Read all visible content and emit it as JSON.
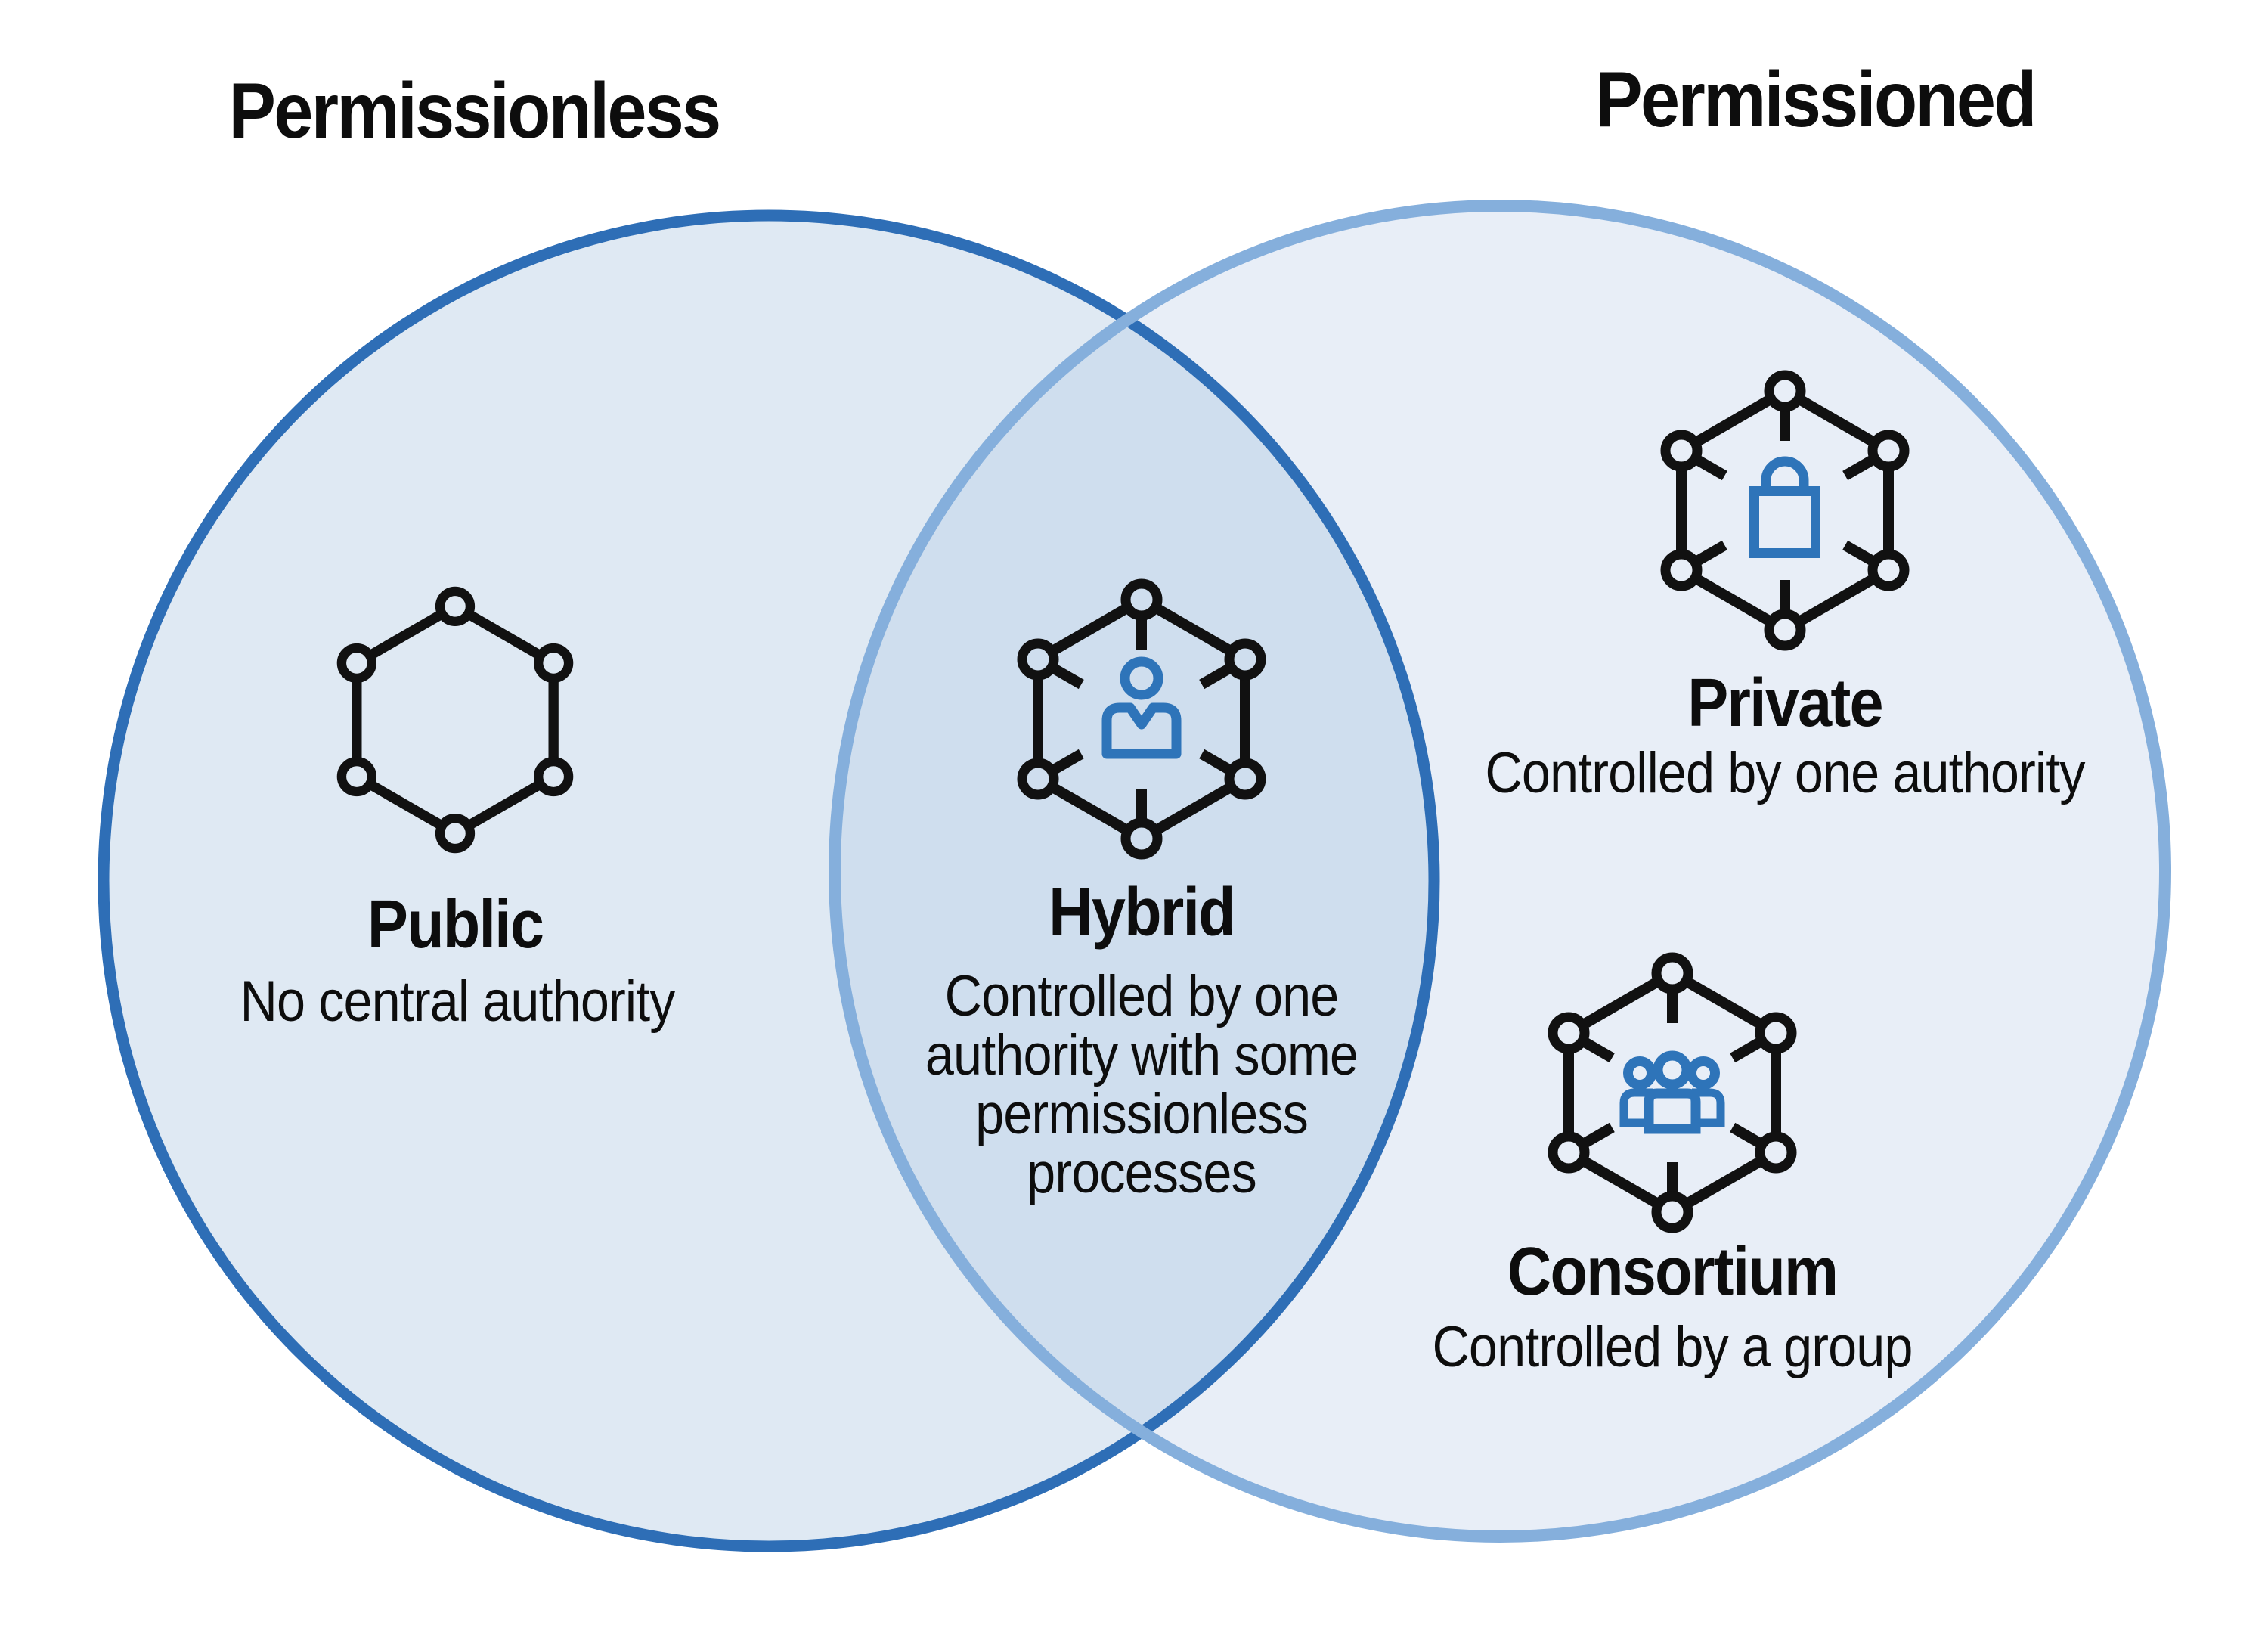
{
  "diagram": {
    "type": "venn",
    "left_set": {
      "title": "Permissionless",
      "public": {
        "label": "Public",
        "description": "No central authority",
        "icon": "network-hexagon-icon"
      }
    },
    "right_set": {
      "title": "Permissioned",
      "private": {
        "label": "Private",
        "description": "Controlled by one authority",
        "icon": "network-lock-icon"
      },
      "consortium": {
        "label": "Consortium",
        "description": "Controlled by a group",
        "icon": "network-group-icon"
      }
    },
    "overlap": {
      "hybrid": {
        "label": "Hybrid",
        "description_lines": [
          "Controlled by one",
          "authority with some",
          "permissionless",
          "processes"
        ],
        "icon": "network-person-icon"
      }
    }
  },
  "colors": {
    "background": "#ffffff",
    "permissionless_fill": "#dfe9f3",
    "permissionless_stroke": "#2e6eb6",
    "permissioned_fill": "#e8eef7",
    "permissioned_stroke": "#85afdc",
    "overlap_fill": "#cfdeee",
    "icon_black": "#111111",
    "icon_blue": "#2e74b9",
    "text": "#0d0d0d"
  }
}
